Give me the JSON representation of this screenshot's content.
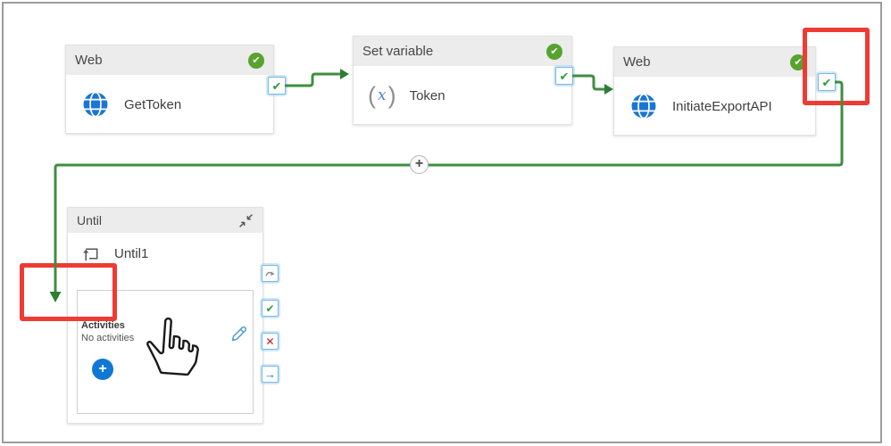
{
  "colors": {
    "badge_green": "#57a32e",
    "connector_green": "#3e8e41",
    "annotation_red": "#ee3b33",
    "accent_blue": "#1078d4",
    "port_border_blue": "#77b7e5"
  },
  "badge_glyph": "✔",
  "cards": [
    {
      "type_label": "Web",
      "name": "GetToken"
    },
    {
      "type_label": "Set variable",
      "name": "Token",
      "var_open": "(",
      "var_x": "x",
      "var_close": ")"
    },
    {
      "type_label": "Web",
      "name": "InitiateExportAPI"
    }
  ],
  "ports": {
    "success_glyph": "✔"
  },
  "connector": {
    "add_label": "+"
  },
  "until": {
    "type_label": "Until",
    "name": "Until1",
    "panel_title": "Activities",
    "panel_empty": "No activities",
    "add_label": "+",
    "ports": {
      "success_glyph": "✔",
      "failure_glyph": "✕",
      "completion_glyph": "→"
    }
  }
}
